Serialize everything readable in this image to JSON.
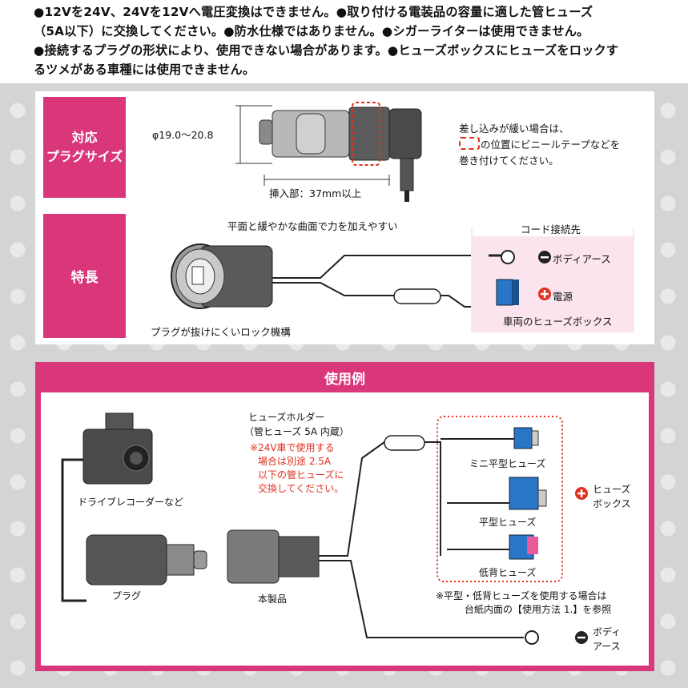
{
  "notes": [
    "●12Vを24V、24Vを12Vへ電圧変換はできません。●取り付ける電装品の容量に適した管ヒューズ",
    "（5A以下）に交換してください。●防水仕様ではありません。●シガーライターは使用できません。",
    "●接続するプラグの形状により、使用できない場合があります。●ヒューズボックスにヒューズをロックす",
    "るツメがある車種には使用できません。"
  ],
  "plug_size": {
    "label_line1": "対応",
    "label_line2": "プラグサイズ",
    "diameter": "φ19.0～20.8",
    "insert_depth": "挿入部：37mm以上",
    "tip_line1": "差し込みが緩い場合は、",
    "tip_line2": "の位置にビニールテープなどを",
    "tip_line3": "巻き付けてください。"
  },
  "features": {
    "label": "特長",
    "grip_note": "平面と緩やかな曲面で力を加えやすい",
    "lock_note": "プラグが抜けにくいロック機構",
    "cord_header": "コード接続先",
    "body_earth": "ボディアース",
    "power": "電源",
    "fuse_box": "車両のヒューズボックス"
  },
  "usage": {
    "title": "使用例",
    "fuse_holder_line1": "ヒューズホルダー",
    "fuse_holder_line2": "（管ヒューズ 5A 内蔵）",
    "warn_line1": "※24V車で使用する",
    "warn_line2": "場合は別途 2.5A",
    "warn_line3": "以下の管ヒューズに",
    "warn_line4": "交換してください。",
    "recorder": "ドライブレコーダーなど",
    "plug": "プラグ",
    "product": "本製品",
    "mini_fuse": "ミニ平型ヒューズ",
    "flat_fuse": "平型ヒューズ",
    "low_fuse": "低背ヒューズ",
    "fuse_box_line1": "ヒューズ",
    "fuse_box_line2": "ボックス",
    "footnote_line1": "※平型・低背ヒューズを使用する場合は",
    "footnote_line2": "台紙内面の【使用方法 1.】を参照",
    "body_line1": "ボディ",
    "body_line2": "アース"
  }
}
